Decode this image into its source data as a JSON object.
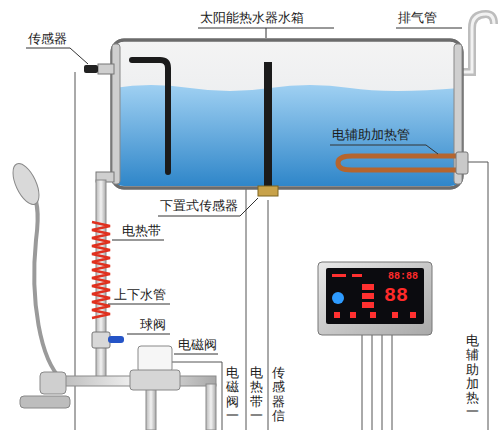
{
  "diagram": {
    "labels": [
      "传感器",
      "太阳能热水器水箱",
      "排气管",
      "电辅助加热管",
      "下置式传感器",
      "电热带",
      "上下水管",
      "球阀",
      "电磁阀",
      "电磁阀一",
      "电热带一",
      "传感器信",
      "电辅助加热一",
      "88:88",
      "88"
    ]
  }
}
